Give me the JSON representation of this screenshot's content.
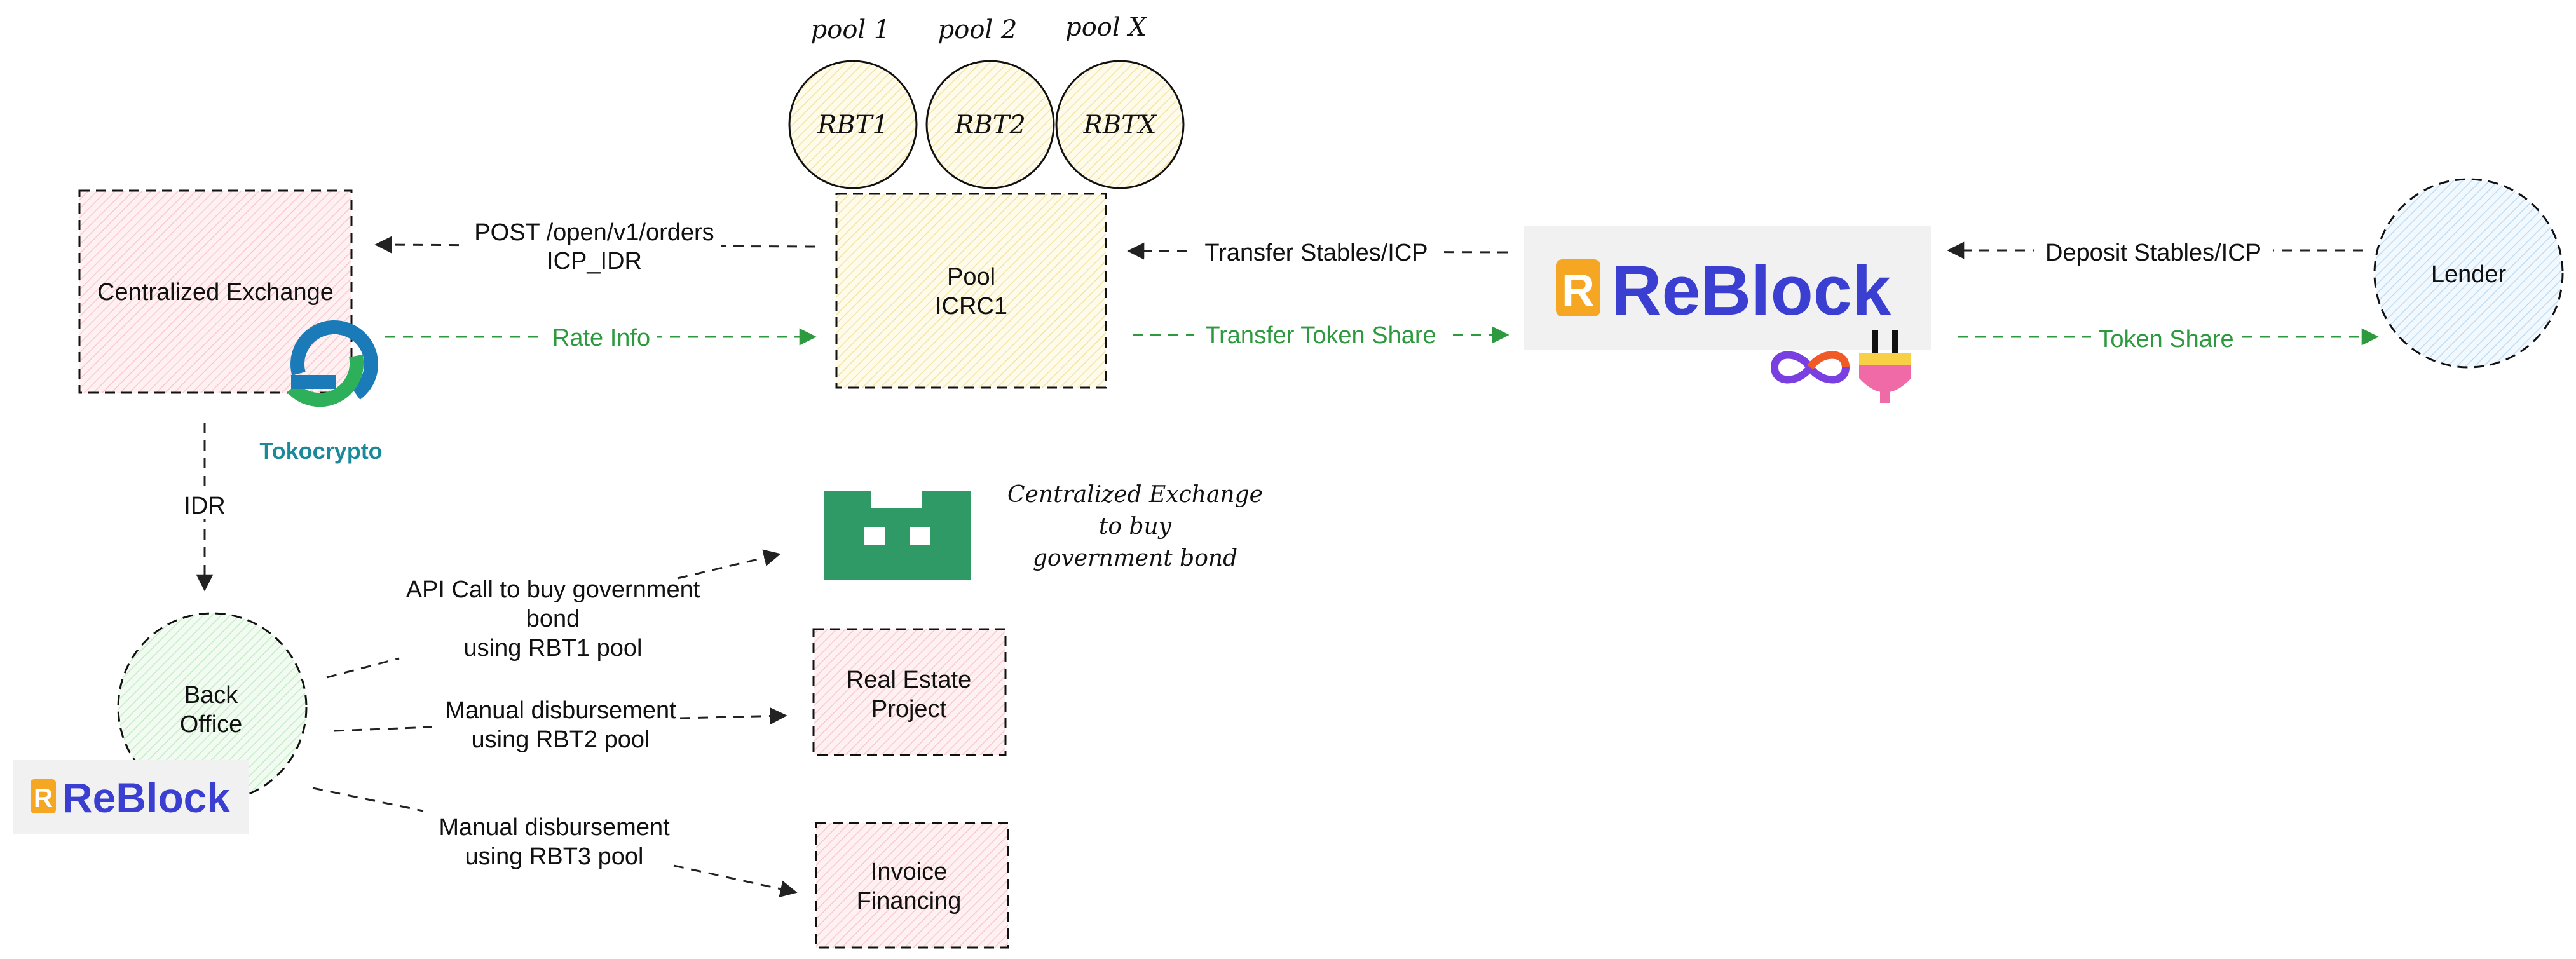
{
  "pools": {
    "headers": [
      "pool 1",
      "pool 2",
      "pool X"
    ],
    "tokens": [
      "RBT1",
      "RBT2",
      "RBTX"
    ]
  },
  "nodes": {
    "centralized_exchange": "Centralized Exchange",
    "pool_line1": "Pool",
    "pool_line2": "ICRC1",
    "lender": "Lender",
    "back_office_line1": "Back",
    "back_office_line2": "Office",
    "real_estate_line1": "Real Estate",
    "real_estate_line2": "Project",
    "invoice_line1": "Invoice",
    "invoice_line2": "Financing"
  },
  "edges": {
    "post_orders_line1": "POST /open/v1/orders",
    "post_orders_line2": "ICP_IDR",
    "rate_info": "Rate Info",
    "transfer_stables": "Transfer Stables/ICP",
    "transfer_token_share": "Transfer Token Share",
    "deposit_stables": "Deposit Stables/ICP",
    "token_share": "Token Share",
    "idr": "IDR",
    "api_call_line1": "API Call to buy government",
    "api_call_line2": "bond",
    "api_call_line3": "using RBT1 pool",
    "manual_rbt2_line1": "Manual disbursement",
    "manual_rbt2_line2": "using RBT2 pool",
    "manual_rbt3_line1": "Manual disbursement",
    "manual_rbt3_line2": "using RBT3 pool"
  },
  "notes": {
    "bond_note_line1": "Centralized Exchange",
    "bond_note_line2": "to buy",
    "bond_note_line3": "government bond"
  },
  "logos": {
    "reblock_mark": "R",
    "reblock_text": "ReBlock",
    "tokocrypto_text": "Tokocrypto"
  },
  "colors": {
    "arrow_dark": "#222222",
    "arrow_green": "#2e9a3f",
    "exchange_fill": "#fde8ea",
    "pool_fill": "#fdf6dc",
    "lender_fill": "#e4f1fb",
    "back_office_fill": "#e6f7e6",
    "brand_blue": "#3a3fd1",
    "brand_orange": "#f5a623",
    "tokocrypto_blue": "#1a7bb8",
    "tokocrypto_green": "#2eaf5a"
  }
}
